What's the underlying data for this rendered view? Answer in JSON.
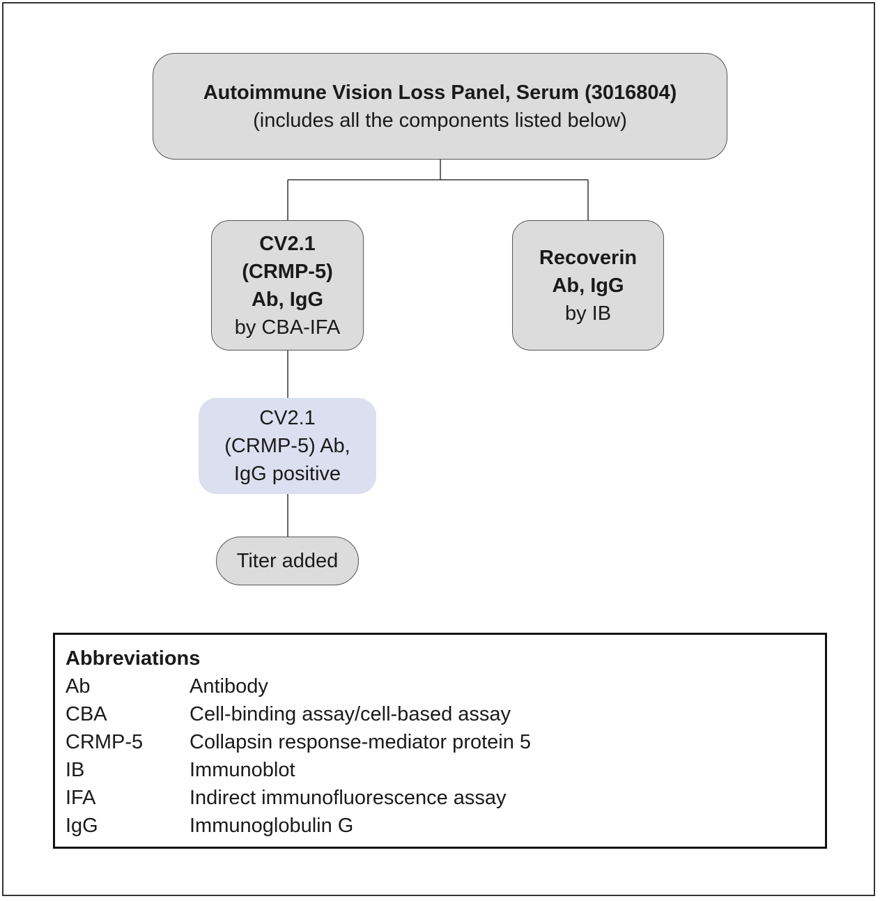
{
  "nodes": {
    "root": {
      "title": "Autoimmune Vision Loss Panel, Serum (3016804)",
      "subtitle": "(includes all the components listed below)"
    },
    "cv2": {
      "line1": "CV2.1",
      "line2": "(CRMP-5)",
      "line3": "Ab, IgG",
      "line4": "by CBA-IFA"
    },
    "recoverin": {
      "line1": "Recoverin",
      "line2": "Ab, IgG",
      "line3": "by IB"
    },
    "positive": {
      "line1": "CV2.1",
      "line2": "(CRMP-5) Ab,",
      "line3": "IgG positive"
    },
    "titer": {
      "label": "Titer added"
    }
  },
  "legend": {
    "title": "Abbreviations",
    "items": [
      {
        "abbr": "Ab",
        "definition": "Antibody"
      },
      {
        "abbr": "CBA",
        "definition": "Cell-binding assay/cell-based assay"
      },
      {
        "abbr": "CRMP-5",
        "definition": "Collapsin response-mediator protein 5"
      },
      {
        "abbr": "IB",
        "definition": "Immunoblot"
      },
      {
        "abbr": "IFA",
        "definition": "Indirect immunofluorescence assay"
      },
      {
        "abbr": "IgG",
        "definition": "Immunoglobulin G"
      }
    ]
  },
  "colors": {
    "node_fill": "#dcdcdc",
    "highlight_fill": "#dcdff0",
    "line": "#333333"
  }
}
